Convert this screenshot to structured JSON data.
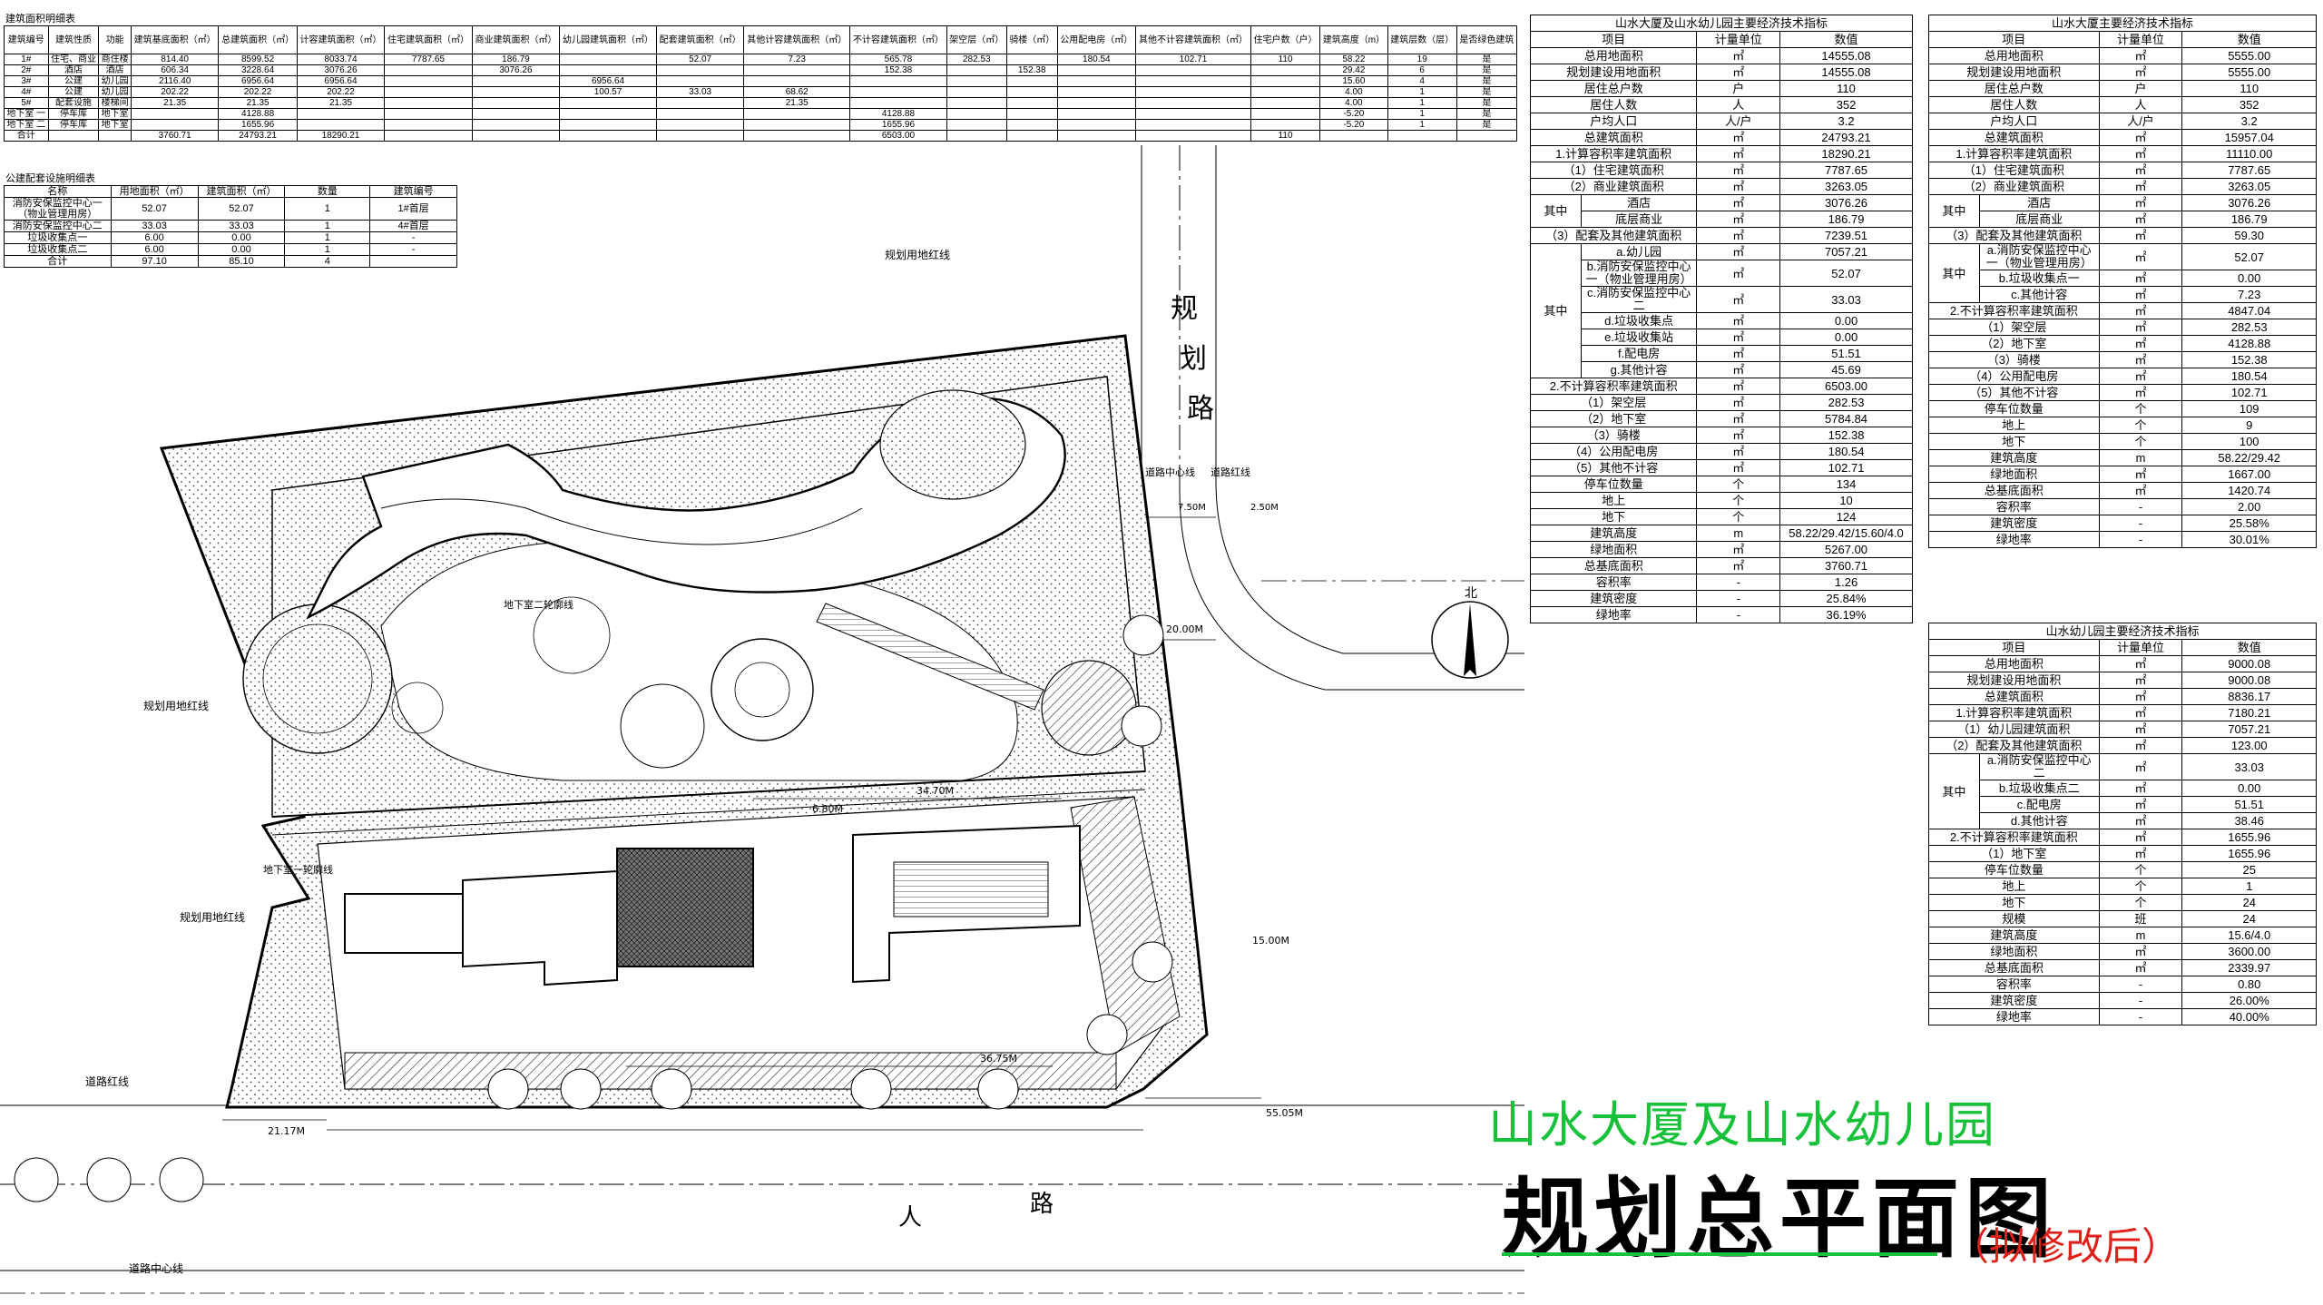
{
  "area_table": {
    "caption": "建筑面积明细表",
    "headers": [
      "建筑编号",
      "建筑性质",
      "功能",
      "建筑基底面积（㎡）",
      "总建筑面积（㎡）",
      "计容建筑面积（㎡）",
      "住宅建筑面积（㎡）",
      "商业建筑面积（㎡）",
      "幼儿园建筑面积（㎡）",
      "配套建筑面积（㎡）",
      "其他计容建筑面积（㎡）",
      "不计容建筑面积（㎡）",
      "架空层（㎡）",
      "骑楼（㎡）",
      "公用配电房（㎡）",
      "其他不计容建筑面积（㎡）",
      "住宅户数（户）",
      "建筑高度（m）",
      "建筑层数（层）",
      "是否绿色建筑"
    ],
    "rows": [
      [
        "1#",
        "住宅、商业",
        "商住楼",
        "814.40",
        "8599.52",
        "8033.74",
        "7787.65",
        "186.79",
        "",
        "52.07",
        "7.23",
        "565.78",
        "282.53",
        "",
        "180.54",
        "102.71",
        "110",
        "58.22",
        "19",
        "是"
      ],
      [
        "2#",
        "酒店",
        "酒店",
        "606.34",
        "3228.64",
        "3076.26",
        "",
        "3076.26",
        "",
        "",
        "",
        "152.38",
        "",
        "152.38",
        "",
        "",
        "",
        "29.42",
        "6",
        "是"
      ],
      [
        "3#",
        "公建",
        "幼儿园",
        "2116.40",
        "6956.64",
        "6956.64",
        "",
        "",
        "6956.64",
        "",
        "",
        "",
        "",
        "",
        "",
        "",
        "",
        "15.60",
        "4",
        "是"
      ],
      [
        "4#",
        "公建",
        "幼儿园",
        "202.22",
        "202.22",
        "202.22",
        "",
        "",
        "100.57",
        "33.03",
        "68.62",
        "",
        "",
        "",
        "",
        "",
        "",
        "4.00",
        "1",
        "是"
      ],
      [
        "5#",
        "配套设施",
        "楼梯间",
        "21.35",
        "21.35",
        "21.35",
        "",
        "",
        "",
        "",
        "21.35",
        "",
        "",
        "",
        "",
        "",
        "",
        "4.00",
        "1",
        "是"
      ],
      [
        "地下室 一",
        "停车库",
        "地下室",
        "",
        "4128.88",
        "",
        "",
        "",
        "",
        "",
        "",
        "4128.88",
        "",
        "",
        "",
        "",
        "",
        "-5.20",
        "1",
        "是"
      ],
      [
        "地下室 二",
        "停车库",
        "地下室",
        "",
        "1655.96",
        "",
        "",
        "",
        "",
        "",
        "",
        "1655.96",
        "",
        "",
        "",
        "",
        "",
        "-5.20",
        "1",
        "是"
      ],
      [
        "合计",
        "",
        "",
        "3760.71",
        "24793.21",
        "18290.21",
        "",
        "",
        "",
        "",
        "",
        "6503.00",
        "",
        "",
        "",
        "",
        "110",
        "",
        "",
        ""
      ]
    ]
  },
  "public_table": {
    "caption": "公建配套设施明细表",
    "headers": [
      "名称",
      "用地面积（㎡）",
      "建筑面积（㎡）",
      "数量",
      "建筑编号"
    ],
    "rows": [
      [
        "消防安保监控中心一（物业管理用房）",
        "52.07",
        "52.07",
        "1",
        "1#首层"
      ],
      [
        "消防安保监控中心二",
        "33.03",
        "33.03",
        "1",
        "4#首层"
      ],
      [
        "垃圾收集点一",
        "6.00",
        "0.00",
        "1",
        "-"
      ],
      [
        "垃圾收集点二",
        "6.00",
        "0.00",
        "1",
        "-"
      ],
      [
        "合计",
        "97.10",
        "85.10",
        "4",
        ""
      ]
    ]
  },
  "econ_total": {
    "caption": "山水大厦及山水幼儿园主要经济技术指标",
    "headers": [
      "项目",
      "计量单位",
      "数值"
    ],
    "rows": [
      [
        "总用地面积",
        "㎡",
        "14555.08"
      ],
      [
        "规划建设用地面积",
        "㎡",
        "14555.08"
      ],
      [
        "居住总户数",
        "户",
        "110"
      ],
      [
        "居住人数",
        "人",
        "352"
      ],
      [
        "户均人口",
        "人/户",
        "3.2"
      ],
      [
        "总建筑面积",
        "㎡",
        "24793.21"
      ],
      [
        "1.计算容积率建筑面积",
        "㎡",
        "18290.21"
      ],
      [
        "（1）住宅建筑面积",
        "㎡",
        "7787.65"
      ],
      [
        "（2）商业建筑面积",
        "㎡",
        "3263.05"
      ],
      [
        "酒店",
        "㎡",
        "3076.26"
      ],
      [
        "底层商业",
        "㎡",
        "186.79"
      ],
      [
        "（3）配套及其他建筑面积",
        "㎡",
        "7239.51"
      ],
      [
        "a.幼儿园",
        "㎡",
        "7057.21"
      ],
      [
        "b.消防安保监控中心一（物业管理用房）",
        "㎡",
        "52.07"
      ],
      [
        "c.消防安保监控中心二",
        "㎡",
        "33.03"
      ],
      [
        "d.垃圾收集点",
        "㎡",
        "0.00"
      ],
      [
        "e.垃圾收集站",
        "㎡",
        "0.00"
      ],
      [
        "f.配电房",
        "㎡",
        "51.51"
      ],
      [
        "g.其他计容",
        "㎡",
        "45.69"
      ],
      [
        "2.不计算容积率建筑面积",
        "㎡",
        "6503.00"
      ],
      [
        "（1）架空层",
        "㎡",
        "282.53"
      ],
      [
        "（2）地下室",
        "㎡",
        "5784.84"
      ],
      [
        "（3）骑楼",
        "㎡",
        "152.38"
      ],
      [
        "（4）公用配电房",
        "㎡",
        "180.54"
      ],
      [
        "（5）其他不计容",
        "㎡",
        "102.71"
      ],
      [
        "停车位数量",
        "个",
        "134"
      ],
      [
        "地上",
        "个",
        "10"
      ],
      [
        "地下",
        "个",
        "124"
      ],
      [
        "建筑高度",
        "m",
        "58.22/29.42/15.60/4.0"
      ],
      [
        "绿地面积",
        "㎡",
        "5267.00"
      ],
      [
        "总基底面积",
        "㎡",
        "3760.71"
      ],
      [
        "容积率",
        "-",
        "1.26"
      ],
      [
        "建筑密度",
        "-",
        "25.84%"
      ],
      [
        "绿地率",
        "-",
        "36.19%"
      ]
    ],
    "qizhong": "其中"
  },
  "econ_dasha": {
    "caption": "山水大厦主要经济技术指标",
    "headers": [
      "项目",
      "计量单位",
      "数值"
    ],
    "rows": [
      [
        "总用地面积",
        "㎡",
        "5555.00"
      ],
      [
        "规划建设用地面积",
        "㎡",
        "5555.00"
      ],
      [
        "居住总户数",
        "户",
        "110"
      ],
      [
        "居住人数",
        "人",
        "352"
      ],
      [
        "户均人口",
        "人/户",
        "3.2"
      ],
      [
        "总建筑面积",
        "㎡",
        "15957.04"
      ],
      [
        "1.计算容积率建筑面积",
        "㎡",
        "11110.00"
      ],
      [
        "（1）住宅建筑面积",
        "㎡",
        "7787.65"
      ],
      [
        "（2）商业建筑面积",
        "㎡",
        "3263.05"
      ],
      [
        "酒店",
        "㎡",
        "3076.26"
      ],
      [
        "底层商业",
        "㎡",
        "186.79"
      ],
      [
        "（3）配套及其他建筑面积",
        "㎡",
        "59.30"
      ],
      [
        "a.消防安保监控中心一（物业管理用房）",
        "㎡",
        "52.07"
      ],
      [
        "b.垃圾收集点一",
        "㎡",
        "0.00"
      ],
      [
        "c.其他计容",
        "㎡",
        "7.23"
      ],
      [
        "2.不计算容积率建筑面积",
        "㎡",
        "4847.04"
      ],
      [
        "（1）架空层",
        "㎡",
        "282.53"
      ],
      [
        "（2）地下室",
        "㎡",
        "4128.88"
      ],
      [
        "（3）骑楼",
        "㎡",
        "152.38"
      ],
      [
        "（4）公用配电房",
        "㎡",
        "180.54"
      ],
      [
        "（5）其他不计容",
        "㎡",
        "102.71"
      ],
      [
        "停车位数量",
        "个",
        "109"
      ],
      [
        "地上",
        "个",
        "9"
      ],
      [
        "地下",
        "个",
        "100"
      ],
      [
        "建筑高度",
        "m",
        "58.22/29.42"
      ],
      [
        "绿地面积",
        "㎡",
        "1667.00"
      ],
      [
        "总基底面积",
        "㎡",
        "1420.74"
      ],
      [
        "容积率",
        "-",
        "2.00"
      ],
      [
        "建筑密度",
        "-",
        "25.58%"
      ],
      [
        "绿地率",
        "-",
        "30.01%"
      ]
    ],
    "qizhong": "其中"
  },
  "econ_kg": {
    "caption": "山水幼儿园主要经济技术指标",
    "headers": [
      "项目",
      "计量单位",
      "数值"
    ],
    "rows": [
      [
        "总用地面积",
        "㎡",
        "9000.08"
      ],
      [
        "规划建设用地面积",
        "㎡",
        "9000.08"
      ],
      [
        "总建筑面积",
        "㎡",
        "8836.17"
      ],
      [
        "1.计算容积率建筑面积",
        "㎡",
        "7180.21"
      ],
      [
        "（1）幼儿园建筑面积",
        "㎡",
        "7057.21"
      ],
      [
        "（2）配套及其他建筑面积",
        "㎡",
        "123.00"
      ],
      [
        "a.消防安保监控中心二",
        "㎡",
        "33.03"
      ],
      [
        "b.垃圾收集点二",
        "㎡",
        "0.00"
      ],
      [
        "c.配电房",
        "㎡",
        "51.51"
      ],
      [
        "d.其他计容",
        "㎡",
        "38.46"
      ],
      [
        "2.不计算容积率建筑面积",
        "㎡",
        "1655.96"
      ],
      [
        "（1）地下室",
        "㎡",
        "1655.96"
      ],
      [
        "停车位数量",
        "个",
        "25"
      ],
      [
        "地上",
        "个",
        "1"
      ],
      [
        "地下",
        "个",
        "24"
      ],
      [
        "规模",
        "班",
        "24"
      ],
      [
        "建筑高度",
        "m",
        "15.6/4.0"
      ],
      [
        "绿地面积",
        "㎡",
        "3600.00"
      ],
      [
        "总基底面积",
        "㎡",
        "2339.97"
      ],
      [
        "容积率",
        "-",
        "0.80"
      ],
      [
        "建筑密度",
        "-",
        "26.00%"
      ],
      [
        "绿地率",
        "-",
        "40.00%"
      ]
    ],
    "qizhong": "其中"
  },
  "plan": {
    "labels": {
      "road_right_1": "规",
      "road_right_2": "划",
      "road_right_3": "路",
      "road_bottom_1": "人",
      "road_bottom_2": "路",
      "redline_top": "规划用地红线",
      "redline_left1": "规划用地红线",
      "redline_left2": "规划用地红线",
      "road_redline": "道路红线",
      "road_center_bottom": "道路中心线",
      "road_center_right": "道路中心线",
      "road_redline_right": "道路红线",
      "basement": "地下室一轮廓线",
      "basement2": "地下室二轮廓线",
      "north": "北",
      "dim_20": "20.00M",
      "dim_55": "55.05M",
      "dim_36": "36.75M",
      "dim_34": "34.70M",
      "dim_21": "21.17M",
      "dim_15": "15.00M",
      "dim_750": "7.50M",
      "dim_250": "2.50M",
      "dim_680": "6.80M"
    }
  },
  "title": {
    "green": "山水大厦及山水幼儿园",
    "black": "规划总平面图",
    "red": "（拟修改后）"
  },
  "colors": {
    "title_green": "#17c23a",
    "title_red": "#e0201b"
  }
}
